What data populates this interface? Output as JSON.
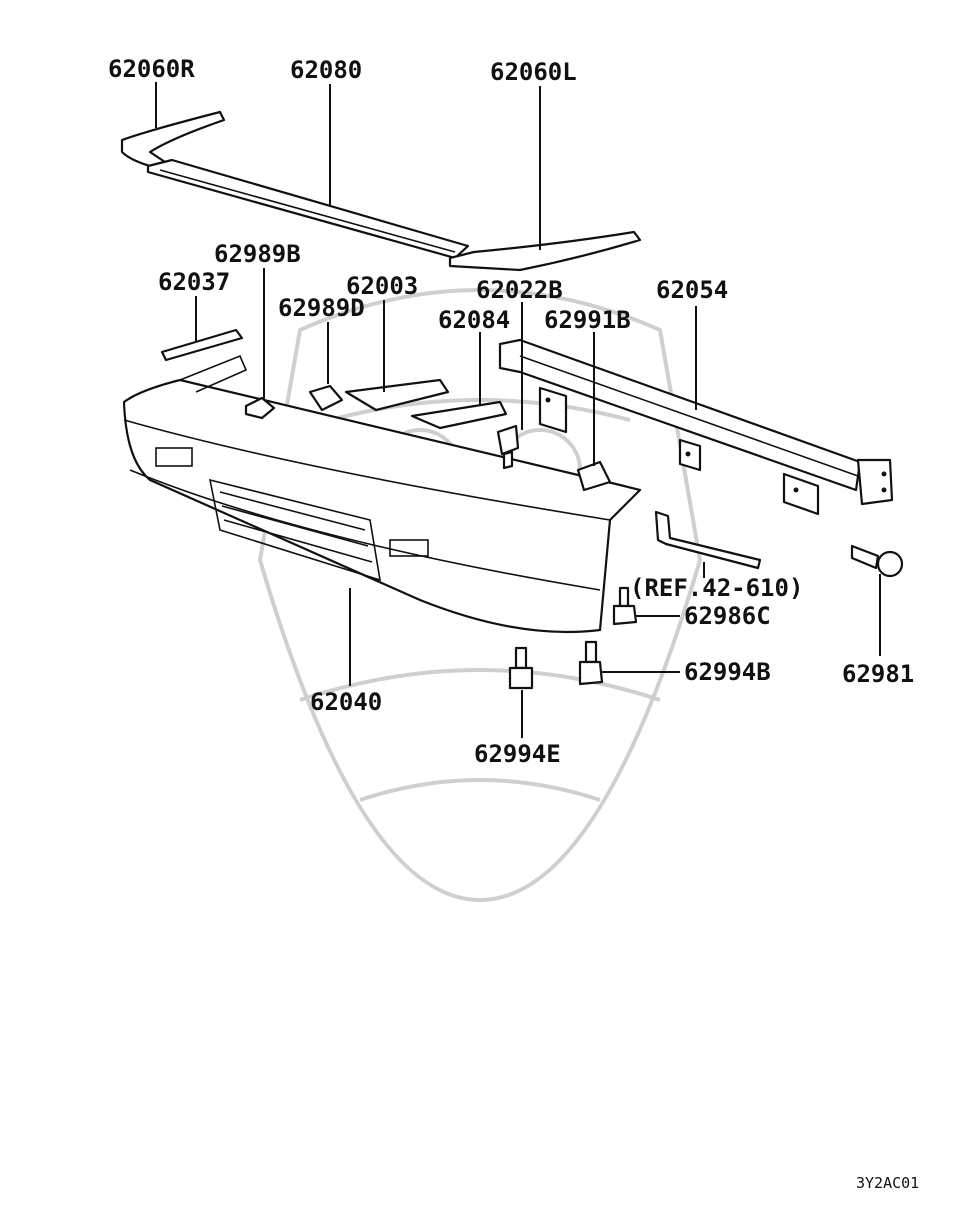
{
  "diagram": {
    "labels": {
      "p62060R": "62060R",
      "p62080": "62080",
      "p62060L": "62060L",
      "p62989B": "62989B",
      "p62037": "62037",
      "p62003": "62003",
      "p62989D": "62989D",
      "p62022B": "62022B",
      "p62054": "62054",
      "p62084": "62084",
      "p62991B": "62991B",
      "ref": "(REF.42-610)",
      "p62986C": "62986C",
      "p62994B": "62994B",
      "p62981": "62981",
      "p62040": "62040",
      "p62994E": "62994E"
    },
    "code": "3Y2AC01"
  }
}
